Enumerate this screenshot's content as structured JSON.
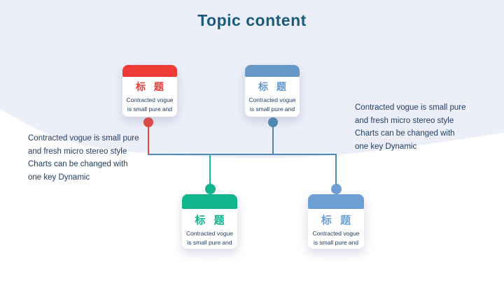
{
  "slide": {
    "title": "Topic content"
  },
  "colors": {
    "title_text": "#1a5b7d",
    "body_text": "#1f3e63",
    "background_wave": "#edeff8",
    "card1_accent": "#ee3b35",
    "card2_accent": "#6598c7",
    "card3_accent": "#12b48b",
    "card4_accent": "#6e9fd4",
    "connector_blue": "#4f8bb4",
    "connector_red": "#e9473d",
    "connector_teal": "#17b5a3"
  },
  "cards": [
    {
      "title": "标 题",
      "line1": "Contracted vogue",
      "line2": "is small pure and"
    },
    {
      "title": "标 题",
      "line1": "Contracted vogue",
      "line2": "is small pure and"
    },
    {
      "title": "标 题",
      "line1": "Contracted vogue",
      "line2": "is small pure and"
    },
    {
      "title": "标 题",
      "line1": "Contracted vogue",
      "line2": "is small pure and"
    }
  ],
  "notes": {
    "left": [
      "Contracted vogue is small pure",
      "and fresh micro stereo style",
      "Charts can be changed with",
      "one key Dynamic"
    ],
    "right": [
      "Contracted vogue is small pure",
      "and fresh micro stereo style",
      "Charts can be changed with",
      "one key Dynamic"
    ]
  }
}
